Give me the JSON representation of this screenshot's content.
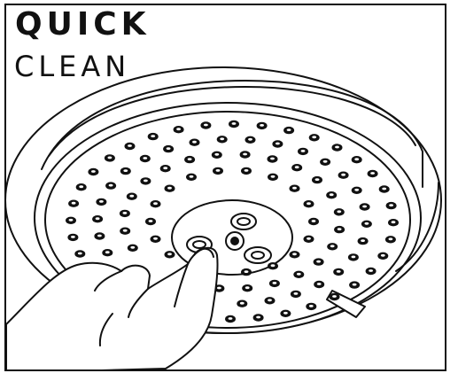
{
  "heading": {
    "line1": "QUICK",
    "line2": "CLEAN"
  },
  "illustration": {
    "subject": "shower-head-nozzle-cleaning",
    "stroke_color": "#111111",
    "fill_color": "#ffffff"
  }
}
